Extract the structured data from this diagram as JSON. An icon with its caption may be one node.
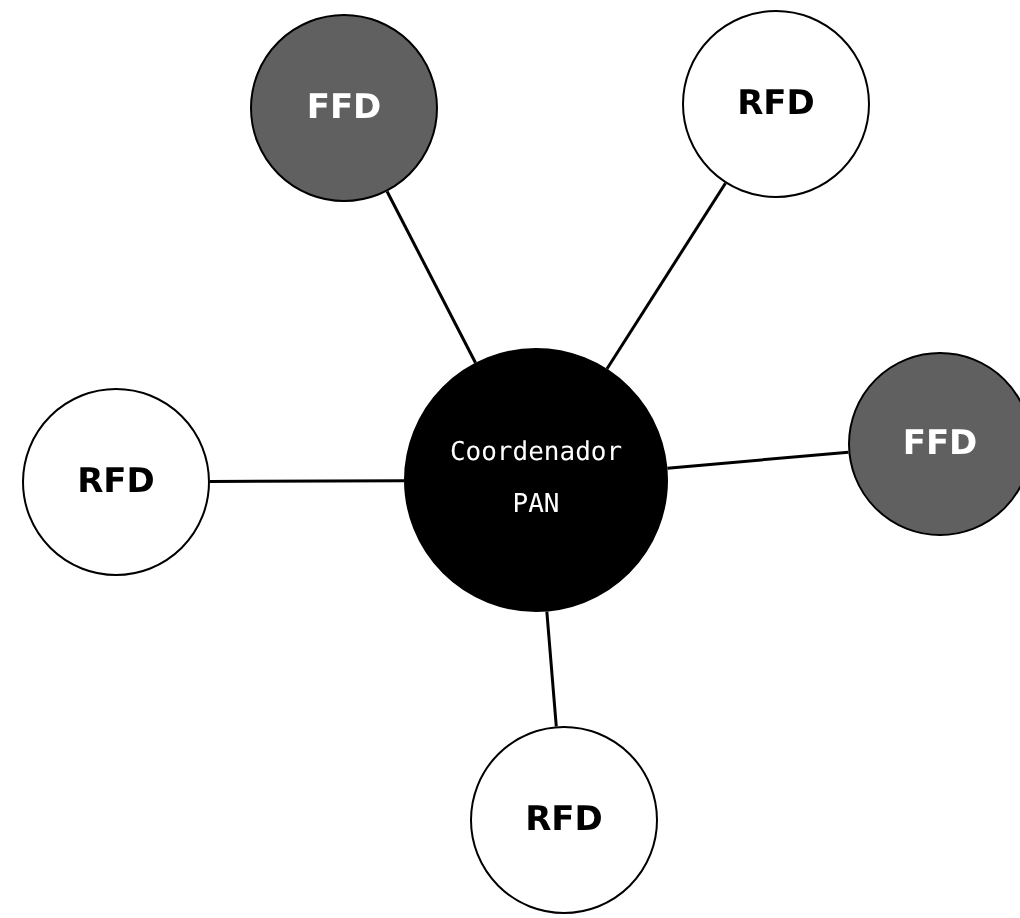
{
  "diagram": {
    "nodes": [
      {
        "text": [
          "FFD"
        ]
      },
      {
        "text": [
          "RFD"
        ]
      },
      {
        "text": [
          "RFD"
        ]
      },
      {
        "text": [
          "Coordenador PAN"
        ]
      },
      {
        "text": [
          "FFD"
        ]
      },
      {
        "text": [
          "RFD"
        ]
      }
    ],
    "edges": [
      {
        "from": 3,
        "to": 0,
        "arrow": "none"
      },
      {
        "from": 3,
        "to": 1,
        "arrow": "none"
      },
      {
        "from": 3,
        "to": 2,
        "arrow": "none"
      },
      {
        "from": 3,
        "to": 4,
        "arrow": "none"
      },
      {
        "from": 3,
        "to": 5,
        "arrow": "none"
      }
    ]
  }
}
